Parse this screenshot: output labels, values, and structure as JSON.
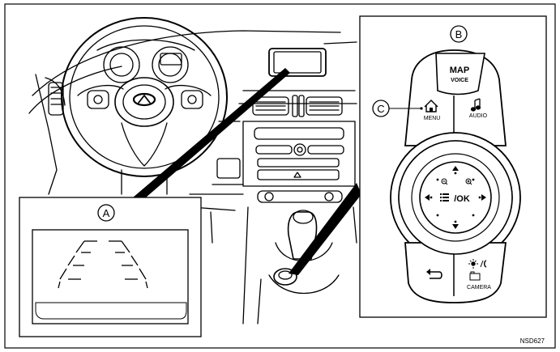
{
  "callouts": {
    "a": "A",
    "b": "B",
    "c": "C"
  },
  "controller": {
    "map_label": "MAP",
    "voice_label": "VOICE",
    "menu_label": "MENU",
    "audio_label": "AUDIO",
    "ok_label": "/OK",
    "camera_label": "CAMERA",
    "back_icon": "back-arrow-icon",
    "home_icon": "home-icon",
    "music_icon": "music-note-icon",
    "brightness_icon": "brightness-night-icon",
    "camera_icon": "camera-icon",
    "list_icon": "list-icon",
    "zoom_out_icon": "zoom-out-icon",
    "zoom_in_icon": "zoom-in-icon"
  },
  "figure_code": "NSD627"
}
